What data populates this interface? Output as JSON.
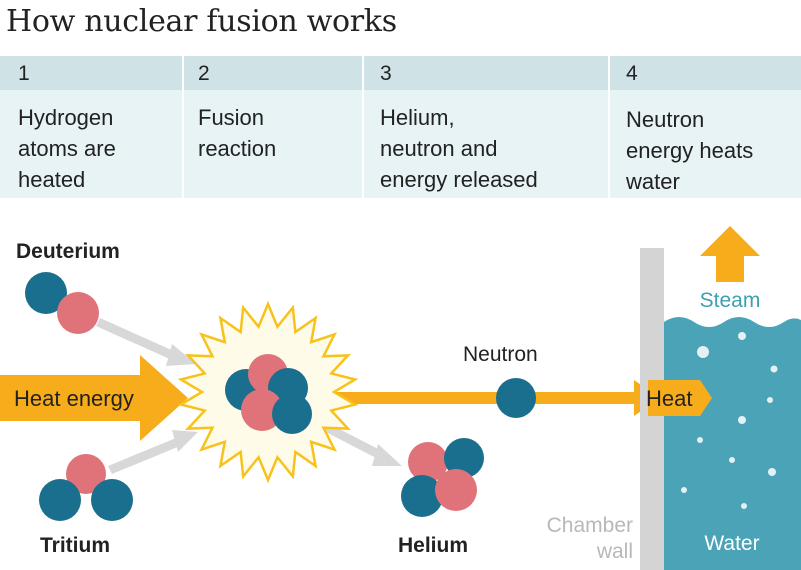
{
  "title": "How nuclear fusion works",
  "steps": [
    {
      "number": "1",
      "text": "Hydrogen\natoms are\nheated"
    },
    {
      "number": "2",
      "text": "Fusion\nreaction"
    },
    {
      "number": "3",
      "text": "Helium,\nneutron and\nenergy released"
    },
    {
      "number": "4",
      "text": "Neutron\nenergy heats\nwater"
    }
  ],
  "diagram": {
    "deuterium": "Deuterium",
    "tritium": "Tritium",
    "heat_energy": "Heat energy",
    "neutron": "Neutron",
    "helium": "Helium",
    "heat": "Heat",
    "steam": "Steam",
    "chamber_wall_line1": "Chamber",
    "chamber_wall_line2": "wall",
    "water": "Water"
  },
  "colors": {
    "blue": "#1a6e8e",
    "red": "#e0737a",
    "orange": "#f7ac1b",
    "water": "#4aa3b6",
    "steam_text": "#3f9fb3",
    "wall": "#d4d4d4",
    "grey_arrow": "#d8d8d8"
  }
}
